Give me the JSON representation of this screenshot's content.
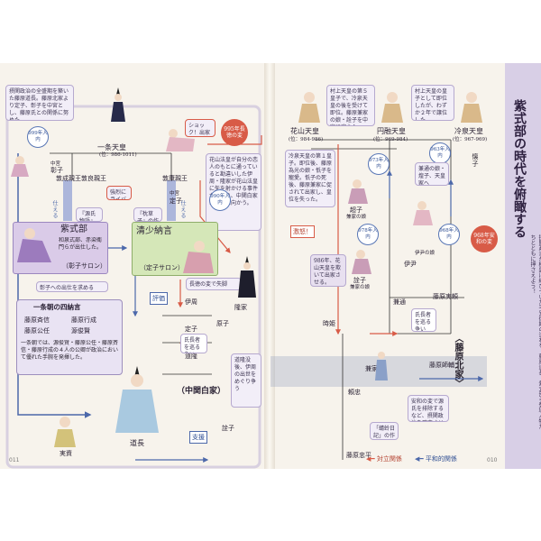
{
  "left": {
    "intro_note": "摂関政治の全盛期を築いた藤原道長。藤原北家より定子、彰子を中宮とし、藤原氏との関係に努めた。",
    "ichijo_emperor": "一条天皇",
    "ichijo_reign": "(位：986-1011)",
    "year_999": "999年入内",
    "year_990": "990年入内",
    "event_995": "995年長徳の変",
    "shock_note": "ショック！出家するぞ！",
    "right_note_ichijo": "花山法皇が自分の恋人のもとに通っていると勘違いした伊周・隆家が花山法皇に矢を射かける事件が起こり、中関白家は没落へ向かう。",
    "shoshi": "彰子",
    "chugu_1": "中宮",
    "chugu_2": "中宮",
    "teishi_top": "定子",
    "prince_atsuhira": "敦成親王",
    "prince_atsunaga": "敦良親王",
    "prince_atsuyasu": "敦康親王",
    "tsukaeru_1": "仕える",
    "tsukaeru_2": "仕える",
    "genji_tag": "『源氏物語』の作者",
    "makura_tag": "『枕草子』の作者",
    "rival_tag": "強烈にライバル視！",
    "murasaki": "紫式部",
    "murasaki_note": "和泉式部、赤染衛門らが出仕した。",
    "shoshi_salon": "（彰子サロン）",
    "sei": "清少納言",
    "teishi_salon": "（定子サロン）",
    "evaluate_tag": "評価",
    "request_note": "彰子への出仕を求める",
    "four_title": "一条朝の四納言",
    "four_names": [
      "藤原斉信",
      "藤原行成",
      "藤原公任",
      "源俊賢"
    ],
    "four_note": "一条朝では、源俊賢・藤原公任・藤原斉信・藤原行成の４人の公卿が政治において優れた手腕を発揮した。",
    "nagaie_note": "長徳の変で失脚",
    "korechika": "伊周",
    "takaie": "隆家",
    "teishi": "定子",
    "michitaka": "道隆",
    "genshi": "原子",
    "fight_note": "氏長者を巡る争い",
    "nakanokanpaku": "（中関白家）",
    "michitsuna_note": "道隆没後、伊周の出世をめぐり争う",
    "michinaga": "道長",
    "sanesuke": "実資",
    "support_tag": "支援",
    "shoshi_bottom": "詮子",
    "page_num": "011"
  },
  "right": {
    "kazan": "花山天皇",
    "kazan_reign": "(位：984-986)",
    "enyu": "円融天皇",
    "enyu_reign": "(位：969-984)",
    "reizei": "冷泉天皇",
    "reizei_reign": "(位：967-969)",
    "murakami_note1": "村上天皇の第５皇子で、冷泉天皇の後を受けて即位。藤原兼家の娘・詮子を中宮に迎えた。",
    "murakami_note2": "村上天皇の皇子として即位したが、わずか２年で譲位した。",
    "kazan_note": "冷泉天皇の第１皇子。即位後、藤原為光の娘・忯子を寵愛。忯子の死後、藤原兼家に促されて出家し、皇位を失った。",
    "year_973": "973年入内",
    "year_963": "963年入内",
    "year_978": "978年入内",
    "year_968": "968年入内",
    "hoshi_note": "兼通の娘・煌子、天皇家へ",
    "fury_tag": "激怒！",
    "event_986": "986年、花山天皇を欺いて出家させる。",
    "event_968_circle": "968年安和の変",
    "chosi": "超子",
    "senshi": "詮子",
    "koshi": "懐子",
    "kaneie_daughter": "兼家の娘",
    "tokihime": "時姫",
    "itsushi": "伊尹の娘",
    "koretada": "伊尹",
    "kanemichi": "兼通",
    "kaneie": "兼家",
    "kaneie_note": "氏長者を巡る争い",
    "fujiwara_morosuke": "藤原師輔",
    "fujiwara_saneyori": "藤原実頼",
    "tadahira": "藤原忠平",
    "hokke_title": "〈藤原北家〉",
    "yoritada": "頼忠",
    "anna_note": "安和の変で源氏を排除するなど、摂関政治を確立させた。",
    "genji_note_2": "「蜻蛉日記」の作者",
    "legend_conflict": "対立関係",
    "legend_peace": "平和的関係",
    "page_num": "010"
  },
  "title": {
    "main": "紫式部の時代を俯瞰する",
    "sub": "摂関政治が極盛に結びついた平安後期の流れを、藤原道長、紫式部ら登場人物たちとともに押さえよう！"
  },
  "colors": {
    "conflict": "#d85b47",
    "peace": "#4c68aa",
    "lavender": "#b9aed3",
    "murasaki_box": "#c9b3da",
    "sei_box": "#cfe4b3",
    "blue_arrow": "#7b8fd0"
  }
}
